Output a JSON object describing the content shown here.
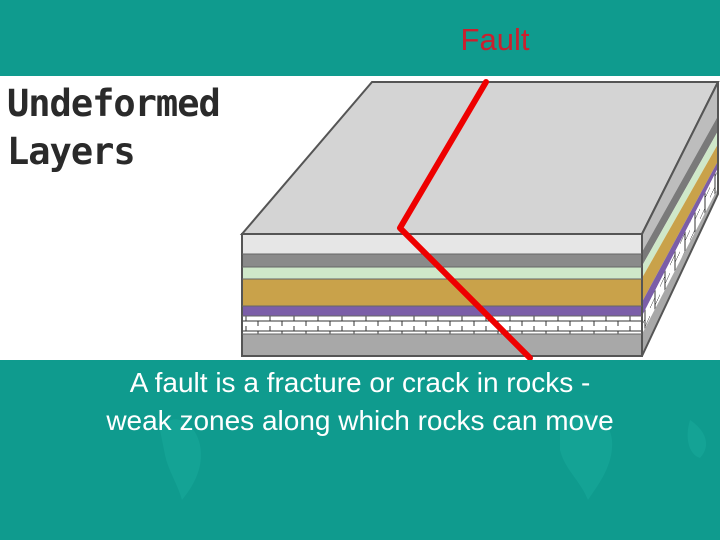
{
  "title": "Fault",
  "diagram": {
    "heading": "Undeformed\nLayers",
    "colors": {
      "fault_line": "#ee0000",
      "top_surface": "#d4d4d4",
      "layer_light_gray": "#e6e6e6",
      "layer_gray": "#8a8a8a",
      "layer_pale_green": "#cfe8c9",
      "layer_tan": "#c9a24a",
      "layer_purple": "#7b5ea8",
      "layer_brick": "#ffffff",
      "layer_bottom": "#a8a8a8"
    }
  },
  "caption": {
    "line1": "A fault is a fracture or crack in rocks -",
    "line2": "weak zones along which rocks can move"
  }
}
